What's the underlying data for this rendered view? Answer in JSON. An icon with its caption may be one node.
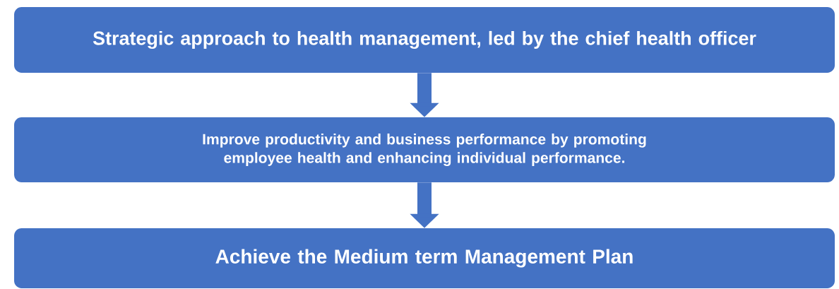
{
  "diagram": {
    "nodes": [
      {
        "text": [
          "Strategic approach to health management, led by the chief health officer"
        ]
      },
      {
        "text": [
          "Improve productivity and business performance by promoting employee health and enhancing individual performance."
        ]
      },
      {
        "text": [
          "Achieve the Medium term Management Plan"
        ]
      }
    ],
    "edges": [
      {
        "from": 0,
        "to": 1,
        "arrow": "to"
      },
      {
        "from": 1,
        "to": 2,
        "arrow": "to"
      }
    ]
  }
}
